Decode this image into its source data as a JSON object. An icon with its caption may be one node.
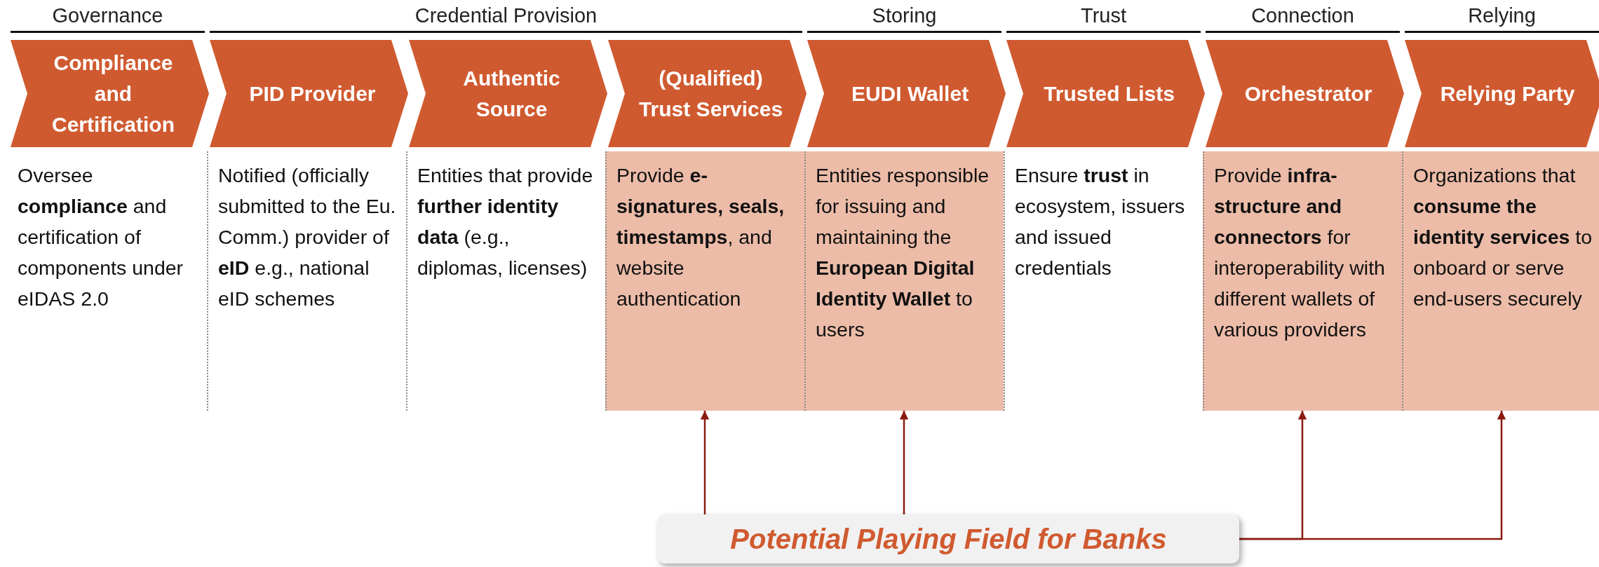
{
  "diagram": {
    "nodes": [
      {
        "text": [
          "Compliance and Certification"
        ]
      },
      {
        "text": [
          "PID Provider"
        ]
      },
      {
        "text": [
          "Authentic Source"
        ]
      },
      {
        "text": [
          "(Qualified) Trust Services"
        ]
      },
      {
        "text": [
          "EUDI Wallet"
        ]
      },
      {
        "text": [
          "Trusted Lists"
        ]
      },
      {
        "text": [
          "Orchestrator"
        ]
      },
      {
        "text": [
          "Relying Party"
        ]
      },
      {
        "text": [
          "Oversee **compliance** and certification of components under eIDAS 2.0"
        ]
      },
      {
        "text": [
          "Notified (officially submitted to the Eu. Comm.) provider of **eID** e.g., national eID schemes"
        ]
      },
      {
        "text": [
          "Entities that provide **further identity data** (e.g., diplomas, licenses)"
        ]
      },
      {
        "text": [
          "Provide **e-signatures, seals, timestamps**, and website authentication"
        ]
      },
      {
        "text": [
          "Entities responsible for issuing and maintaining the **European Digital Identity Wallet** to users"
        ]
      },
      {
        "text": [
          "Ensure **trust** in ecosystem, issuers and issued credentials"
        ]
      },
      {
        "text": [
          "Provide **infra-structure and connectors** for interoperability with different wallets of various providers"
        ]
      },
      {
        "text": [
          "Organizations that **consume the identity services** to onboard or serve end-users securely"
        ]
      },
      {
        "text": [
          "Potential Playing Field for Banks"
        ]
      }
    ],
    "edges": [
      {
        "from": 16,
        "to": 11,
        "arrow": "to"
      },
      {
        "from": 16,
        "to": 12,
        "arrow": "to"
      },
      {
        "from": 16,
        "to": 14,
        "arrow": "to"
      },
      {
        "from": 16,
        "to": 15,
        "arrow": "to"
      }
    ],
    "labels": [
      "Governance",
      "Credential Provision",
      "Storing",
      "Trust",
      "Connection",
      "Relying"
    ]
  }
}
